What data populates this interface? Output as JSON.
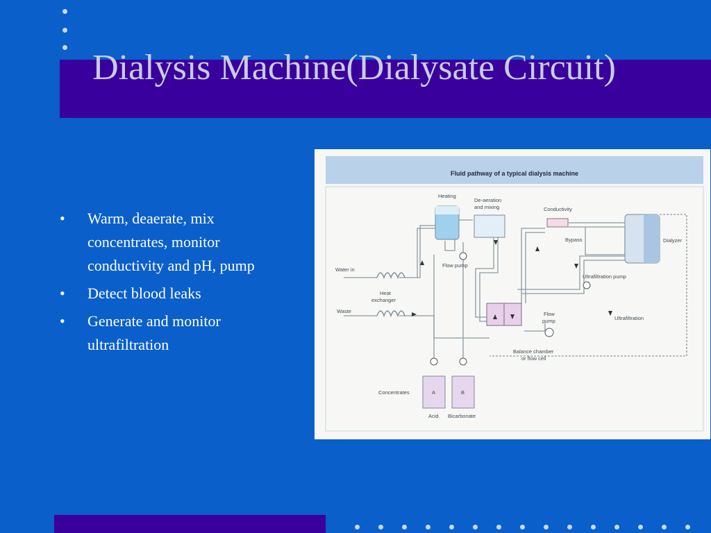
{
  "slide": {
    "title": "Dialysis Machine(Dialysate Circuit)",
    "bullets": [
      "Warm, deaerate, mix concentrates, monitor conductivity and pH, pump",
      "Detect blood leaks",
      "Generate and monitor ultrafiltration"
    ]
  },
  "diagram": {
    "title": "Fluid pathway of a typical dialysis machine",
    "labels": {
      "heating": "Heating",
      "deaeration_1": "De-aeration",
      "deaeration_2": "and mixing",
      "conductivity": "Conductivity",
      "bypass": "Bypass",
      "dialyzer": "Dialyzer",
      "water_in": "Water in",
      "flow_pump_1": "Flow pump",
      "ultrafiltration_pump": "Ultrafiltration pump",
      "heat_exchanger_1": "Heat",
      "heat_exchanger_2": "exchanger",
      "waste": "Waste",
      "ultrafiltration": "Ultrafiltration",
      "flow_pump_2a": "Flow",
      "flow_pump_2b": "pump",
      "balance_1": "Balance chamber",
      "balance_2": "or flow cell",
      "concentrates": "Concentrates",
      "conc_a": "A",
      "conc_b": "B",
      "acid": "Acid",
      "bicarbonate": "Bicarbonate"
    }
  },
  "colors": {
    "background": "#0A5FCB",
    "band": "#3A009E",
    "title": "#C8CDE0",
    "bullet_text": "#FFFFFF"
  }
}
